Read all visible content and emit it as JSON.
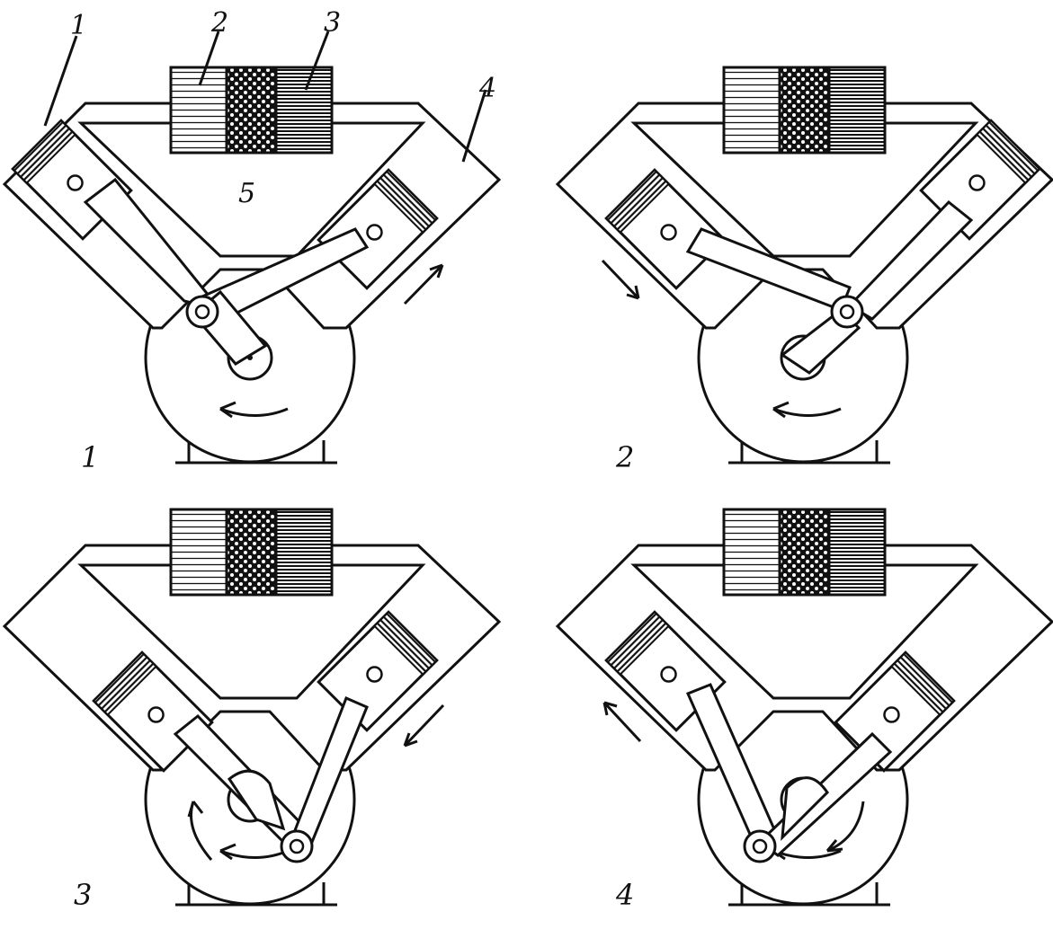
{
  "colors": {
    "ink": "#111111",
    "paper": "#ffffff"
  },
  "part_labels": {
    "p1": "1",
    "p2": "2",
    "p3": "3",
    "p4": "4",
    "p5": "5"
  },
  "panel_labels": [
    "1",
    "2",
    "3",
    "4"
  ]
}
